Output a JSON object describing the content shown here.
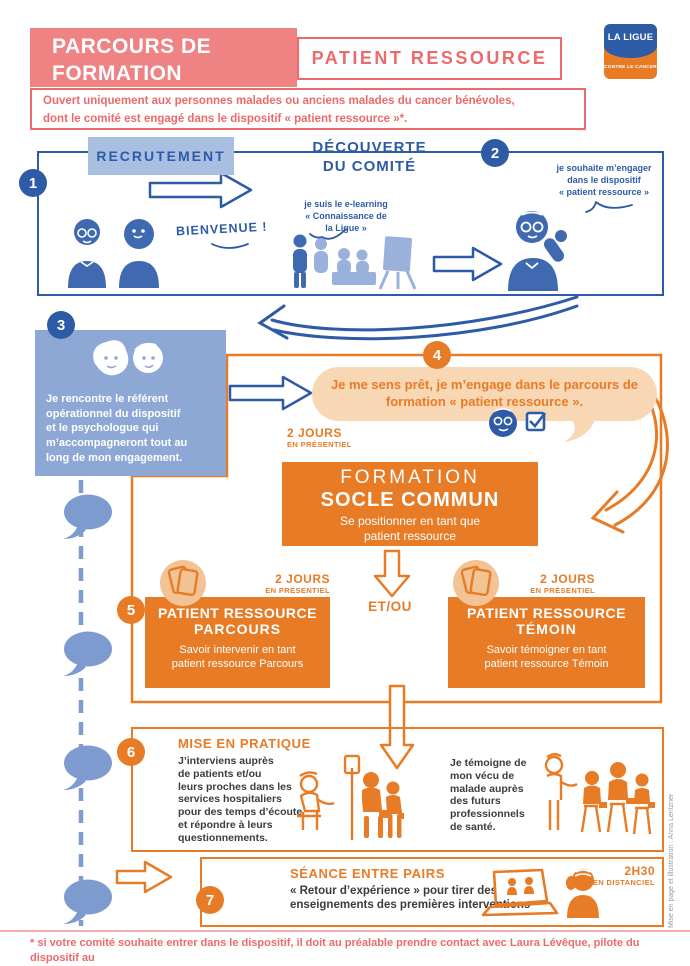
{
  "header": {
    "title_left": "PARCOURS DE\nFORMATION",
    "title_right": "PATIENT RESSOURCE",
    "subtitle": "Ouvert uniquement aux personnes malades ou anciens malades du cancer bénévoles,\ndont le comité est engagé dans le dispositif « patient ressource »*.",
    "logo": {
      "line1": "LA LIGUE",
      "line2": "CONTRE LE CANCER"
    }
  },
  "steps": {
    "s1": {
      "num": "1",
      "label": "RECRUTEMENT",
      "welcome": "BIENVENUE !"
    },
    "s2": {
      "num": "2",
      "title": "DÉCOUVERTE\nDU COMITÉ",
      "elearning": "je suis le e-learning\n« Connaissance de\nla Ligue »",
      "engage": "je souhaite m’engager\ndans le dispositif\n« patient ressource »"
    },
    "s3": {
      "num": "3",
      "text": "Je rencontre le référent\nopérationnel du dispositif\net le psychologue qui\nm’accompagneront tout au\nlong de mon engagement."
    },
    "s4": {
      "num": "4",
      "bubble": "Je me sens prêt, je m’engage dans le parcours de\nformation « patient ressource »."
    },
    "socle": {
      "duration": "2 JOURS",
      "mode": "EN PRÉSENTIEL",
      "line1": "FORMATION",
      "line2": "SOCLE COMMUN",
      "line3": "Se positionner en tant que\npatient ressource"
    },
    "etou": "ET/OU",
    "s5": {
      "num": "5",
      "left": {
        "duration": "2 JOURS",
        "mode": "EN PRÉSENTIEL",
        "title1": "PATIENT RESSOURCE",
        "title2": "PARCOURS",
        "desc": "Savoir intervenir en tant\npatient ressource Parcours"
      },
      "right": {
        "duration": "2 JOURS",
        "mode": "EN PRÉSENTIEL",
        "title1": "PATIENT RESSOURCE",
        "title2": "TÉMOIN",
        "desc": "Savoir témoigner en tant\npatient ressource Témoin"
      }
    },
    "s6": {
      "num": "6",
      "title": "MISE EN PRATIQUE",
      "left_text": "J’interviens auprès\nde patients et/ou\nleurs proches dans les\nservices hospitaliers\npour des temps d’écoute\net répondre à leurs\nquestionnements.",
      "right_text": "Je témoigne de\nmon vécu de\nmalade auprès\ndes futurs\nprofessionnels\nde santé."
    },
    "s7": {
      "num": "7",
      "title": "SÉANCE ENTRE PAIRS",
      "text": "« Retour d’expérience » pour tirer des\nenseignements des premières interventions",
      "duration": "2H30",
      "mode": "EN DISTANCIEL"
    }
  },
  "footer": {
    "note": "* si votre comité souhaite entrer dans le dispositif, il doit au préalable prendre contact avec Laura Lévêque, pilote du dispositif au\nsiège national."
  },
  "credit": "Mise en page et illustration : Anna Lentzner",
  "icons": {
    "timeline_bubble": "speech-bubble-icon",
    "cards": "training-cards-icon",
    "laptop": "laptop-videocall-icon",
    "headset": "person-headset-icon",
    "checklist": "checklist-icon",
    "face": "smiling-face-icon"
  },
  "colors": {
    "pink_bg": "#ef8282",
    "pink": "#ec6a6a",
    "blue": "#2d5ba6",
    "blue_light": "#a9bfe2",
    "blue_box": "#8ea8d6",
    "blue_soft": "#7e9bd0",
    "orange": "#e87b25",
    "peach": "#f8d7b4",
    "peach_circle": "#f2c395",
    "ink": "#3c3c3b"
  }
}
